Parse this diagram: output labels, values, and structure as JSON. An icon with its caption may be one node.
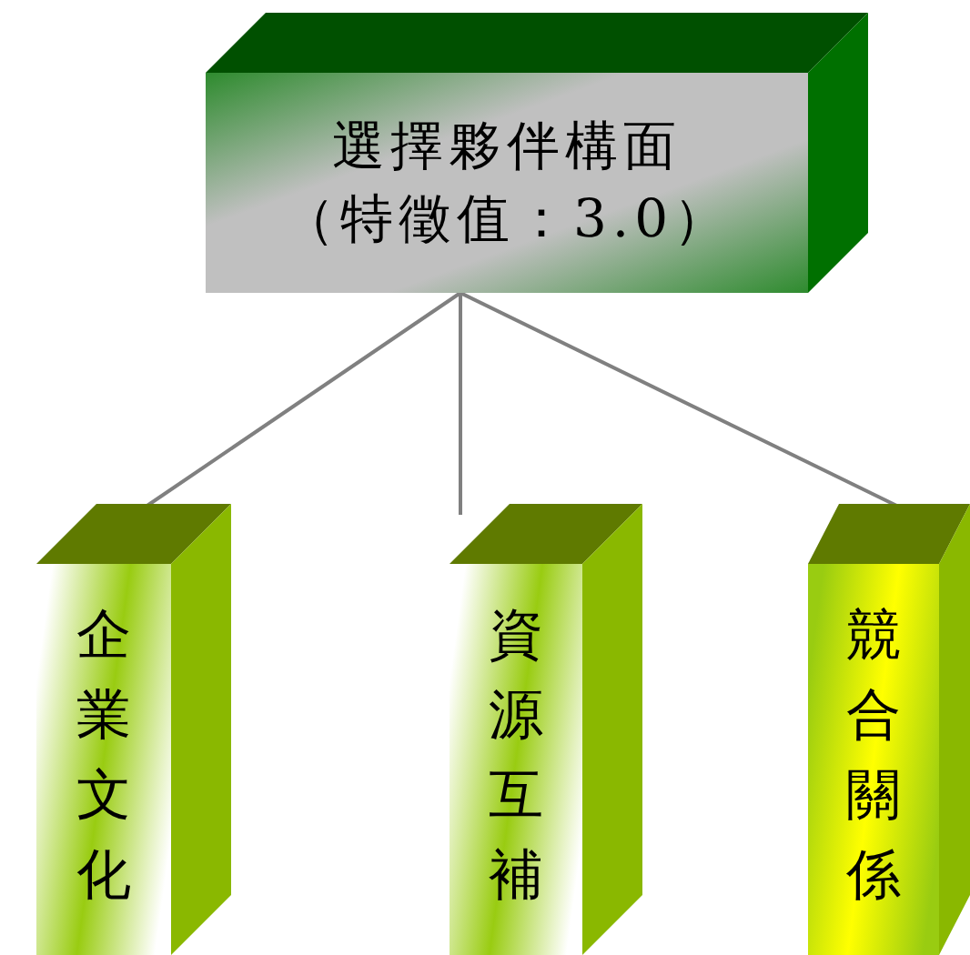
{
  "diagram": {
    "nodes": [
      {
        "text": [
          "選擇夥伴構面",
          "（特徵值：3.0）"
        ]
      },
      {
        "text": [
          "企業文化"
        ]
      },
      {
        "text": [
          "資源互補"
        ]
      },
      {
        "text": [
          "競合關係"
        ]
      }
    ],
    "edges": [
      {
        "from": 0,
        "to": 1,
        "arrow": "none"
      },
      {
        "from": 0,
        "to": 2,
        "arrow": "none"
      },
      {
        "from": 0,
        "to": 3,
        "arrow": "none"
      }
    ]
  }
}
